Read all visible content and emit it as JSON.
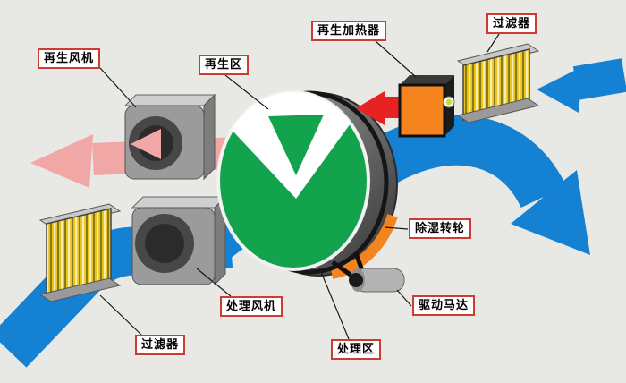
{
  "diagram": {
    "labels": {
      "regen_fan": "再生风机",
      "regen_zone": "再生区",
      "regen_heater": "再生加热器",
      "filter_top": "过滤器",
      "rotor": "除湿转轮",
      "drive_motor": "驱动马达",
      "process_zone": "处理区",
      "process_fan": "处理风机",
      "filter_bottom": "过滤器"
    }
  },
  "colors": {
    "background": "#e8e8e5",
    "process_air": "#1581d3",
    "regen_exhaust": "#f2a7a7",
    "hot_air": "#e62222",
    "wheel_green": "#12a34c",
    "heater_orange": "#f5831e",
    "filter_yellow": "#e9c41f",
    "label_border": "#cf3a34"
  }
}
